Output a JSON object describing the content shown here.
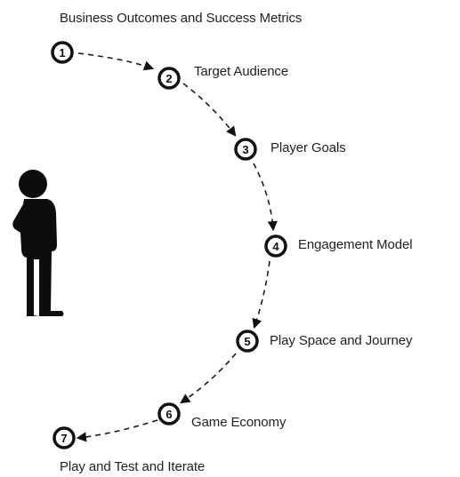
{
  "steps": [
    {
      "number": "1",
      "label": "Business Outcomes and Success Metrics"
    },
    {
      "number": "2",
      "label": "Target Audience"
    },
    {
      "number": "3",
      "label": "Player Goals"
    },
    {
      "number": "4",
      "label": "Engagement Model"
    },
    {
      "number": "5",
      "label": "Play Space and Journey"
    },
    {
      "number": "6",
      "label": "Game Economy"
    },
    {
      "number": "7",
      "label": "Play and Test and Iterate"
    }
  ],
  "icons": {
    "figure": "standing-person-silhouette-icon",
    "connector": "dashed-arrow"
  },
  "colors": {
    "ink": "#111111",
    "background": "#ffffff"
  }
}
